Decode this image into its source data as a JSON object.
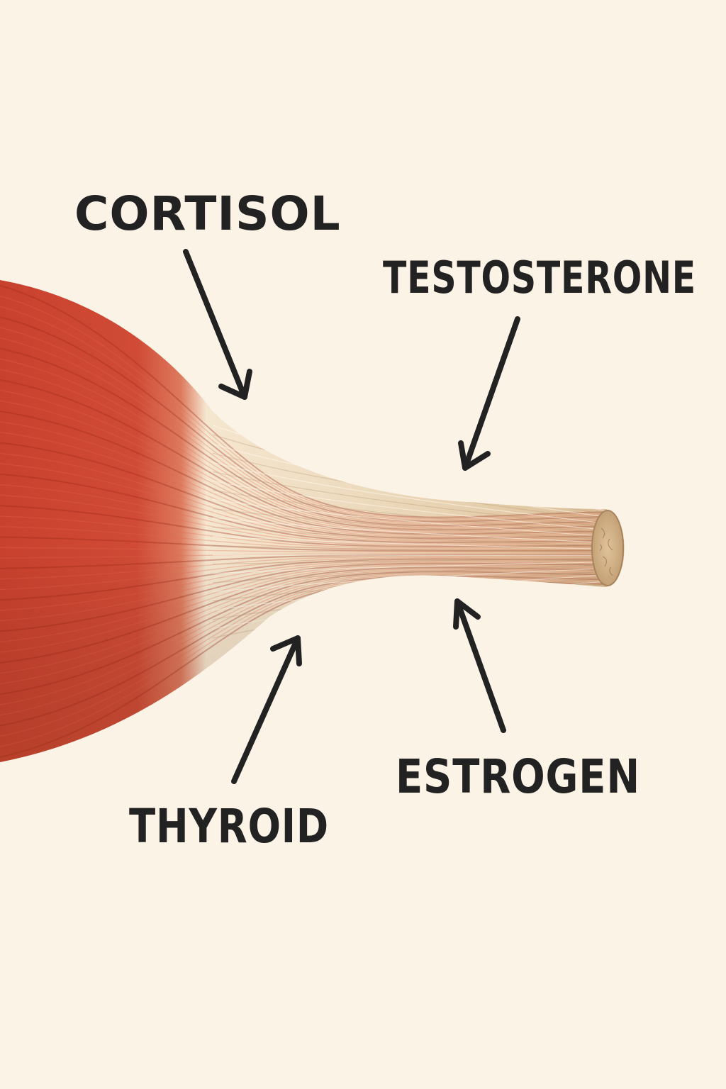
{
  "colors": {
    "background": "#fcf3e7",
    "muscle": "#cd4a35",
    "muscle_dark": "#a8301f",
    "tendon": "#efe0c6",
    "tendon_shadow": "#c8a986",
    "label_text": "#222222",
    "arrow": "#222222"
  },
  "labels": {
    "cortisol": "CORTISOL",
    "testosterone": "TESTOSTERONE",
    "thyroid": "THYROID",
    "estrogen": "ESTROGEN"
  }
}
